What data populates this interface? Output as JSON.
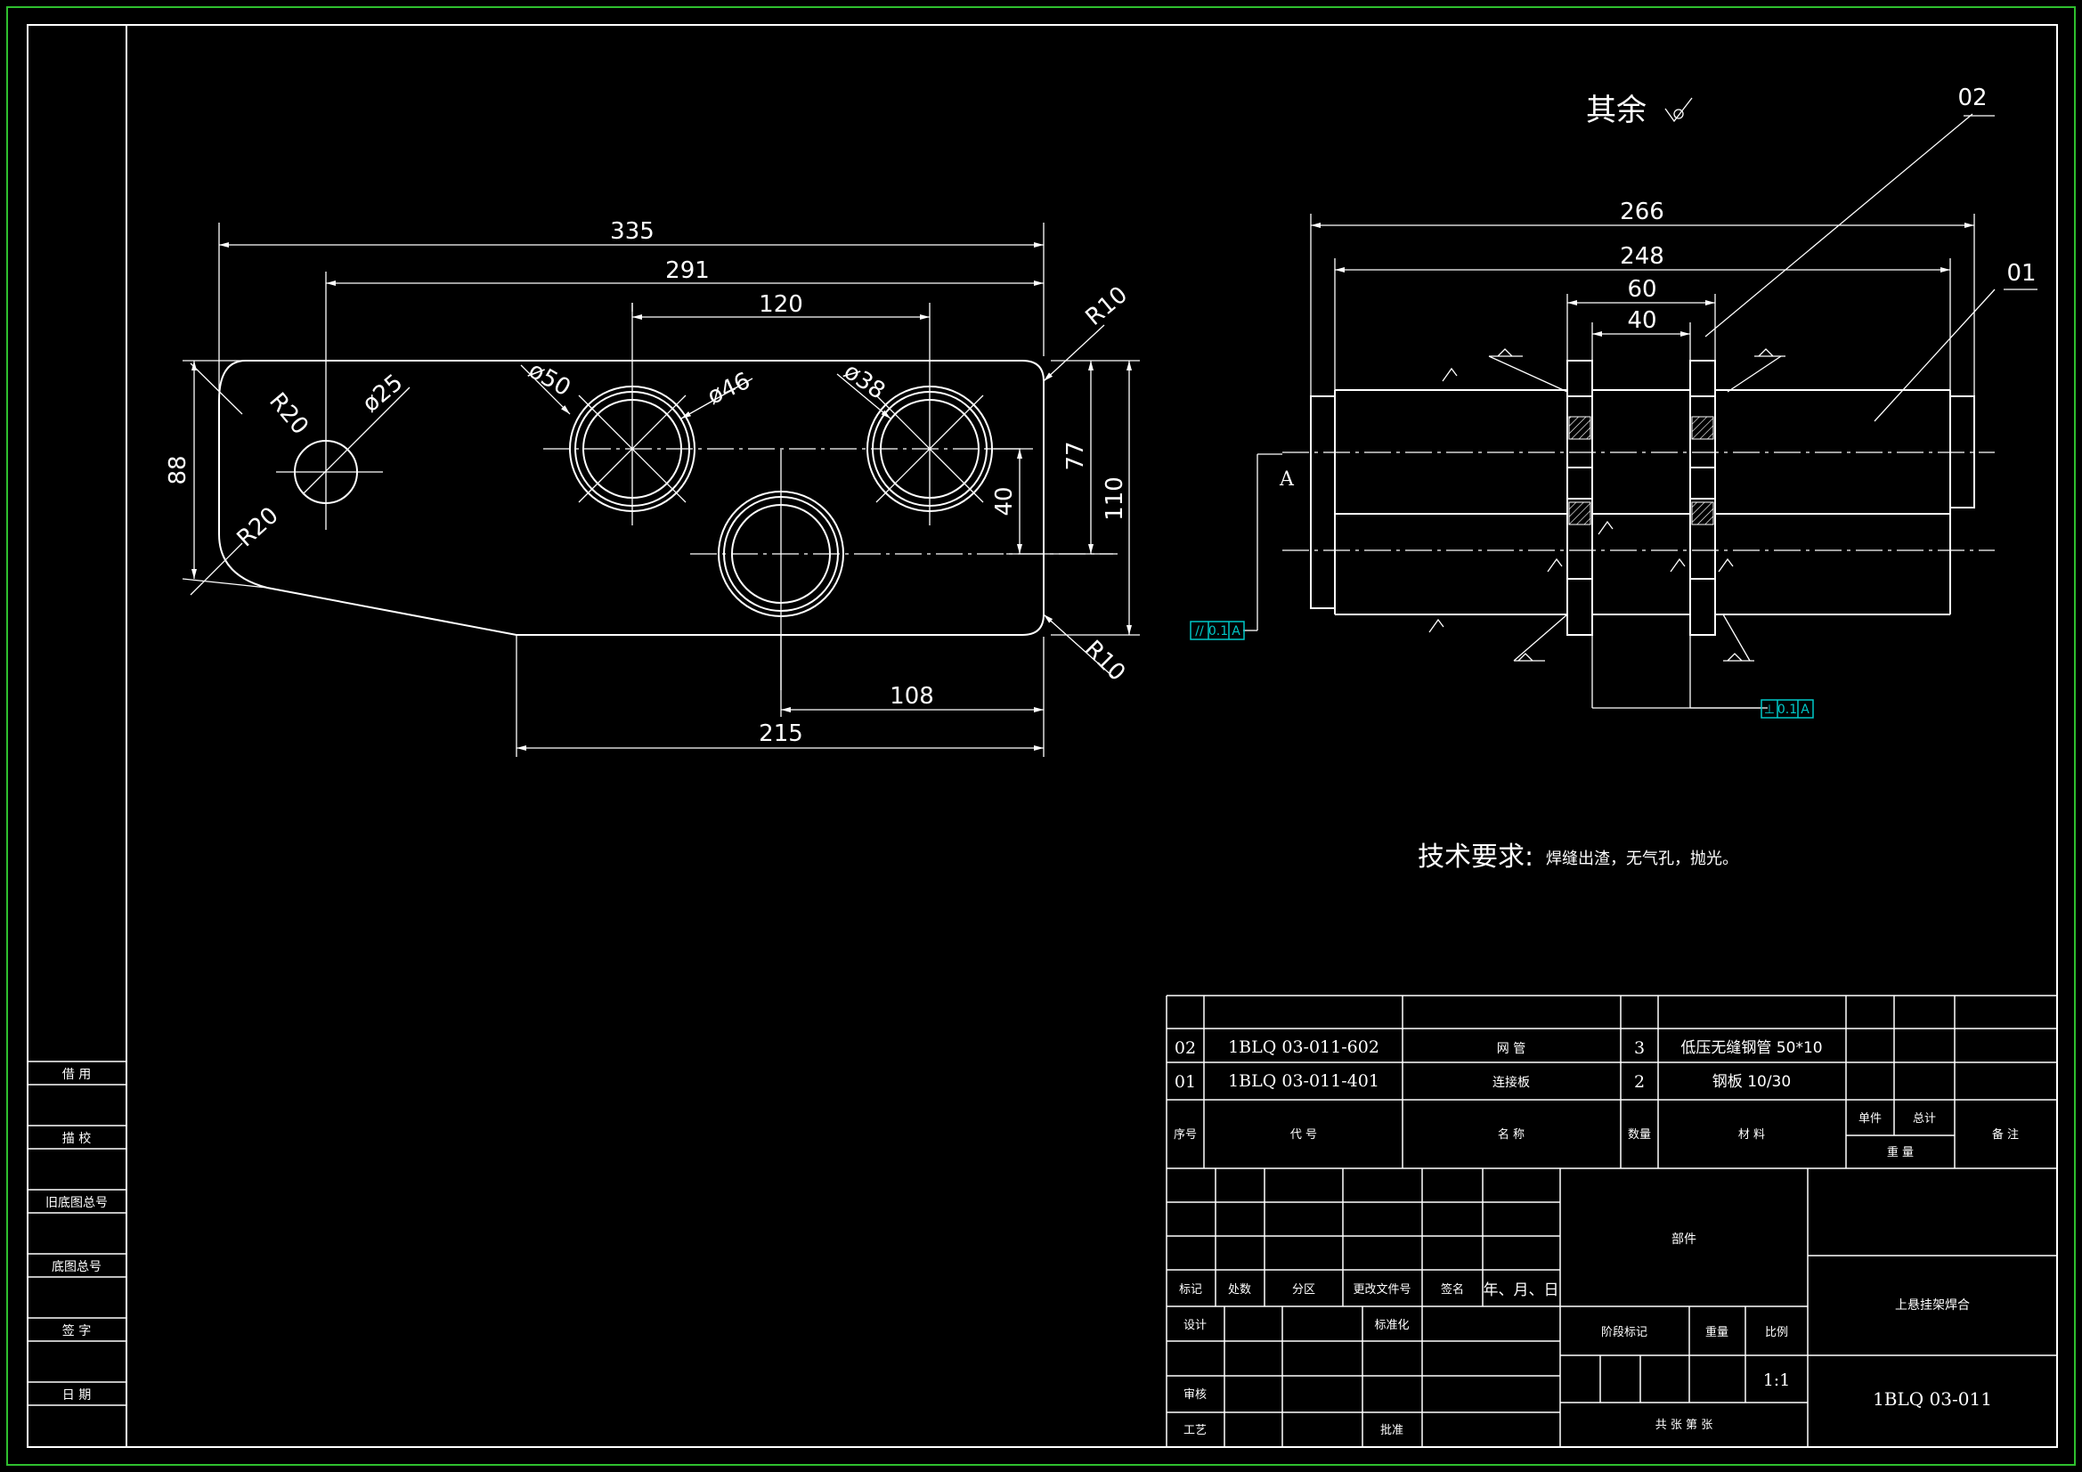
{
  "notes": {
    "roughness": "其余",
    "tech_req_title": "技术要求:",
    "tech_req_body": "焊缝出渣，无气孔，抛光。"
  },
  "left_view": {
    "dims": {
      "d335": "335",
      "d291": "291",
      "d120": "120",
      "d108": "108",
      "d215": "215",
      "d88": "88",
      "d77": "77",
      "d110": "110",
      "d40": "40",
      "r10_top": "R10",
      "r10_bottom": "R10",
      "r20_top": "R20",
      "r20_bottom": "R20",
      "phi25": "ø25",
      "phi50": "ø50",
      "phi46": "ø46",
      "phi38": "ø38"
    }
  },
  "right_view": {
    "dims": {
      "d266": "266",
      "d248": "248",
      "d60": "60",
      "d40": "40"
    },
    "datum": "A",
    "balloons": {
      "b02": "02",
      "b01": "01"
    },
    "tolerance_left": {
      "symbol": "//",
      "value": "0.1",
      "datum": "A"
    },
    "tolerance_bottom": {
      "symbol": "⊥",
      "value": "0.1",
      "datum": "A"
    }
  },
  "side_block": [
    "借 用",
    "描 校",
    "旧底图总号",
    "底图总号",
    "签 字",
    "日 期"
  ],
  "bom": {
    "rows": [
      {
        "no": "02",
        "code": "1BLQ 03-011-602",
        "name": "网 管",
        "qty": "3",
        "material": "低压无缝钢管 50*10"
      },
      {
        "no": "01",
        "code": "1BLQ 03-011-401",
        "name": "连接板",
        "qty": "2",
        "material": "钢板 10/30"
      }
    ],
    "header": {
      "no": "序号",
      "code": "代 号",
      "name": "名 称",
      "qty": "数量",
      "material": "材 料",
      "single": "单件",
      "total": "总计",
      "weight": "重 量",
      "remark": "备 注"
    }
  },
  "title_block": {
    "rev_headers": [
      "标记",
      "处数",
      "分区",
      "更改文件号",
      "签名",
      "年、月、日"
    ],
    "roles": {
      "design": "设计",
      "std": "标准化",
      "check": "审核",
      "process": "工艺",
      "approve": "批准"
    },
    "stage_label": "阶段标记",
    "weight_label": "重量",
    "scale_label": "比例",
    "scale": "1:1",
    "sheet": "共 张 第 张",
    "part_type": "部件",
    "title": "上悬挂架焊合",
    "drawing_no": "1BLQ 03-011"
  }
}
